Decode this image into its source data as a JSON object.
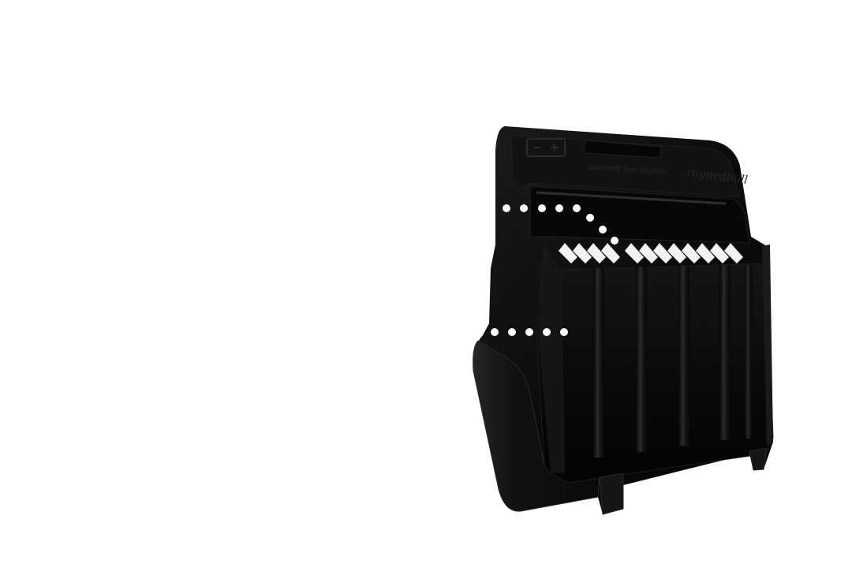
{
  "scene": {
    "subject": "black molded plastic engine/battery cover product photo",
    "background_color": "#ffffff",
    "product_color": "#0d0d0d",
    "highlight_color": "#2a2a2a",
    "hotspot_color": "#ffffff"
  },
  "product": {
    "embossed_text": "DIRT FREE TRAY DESIGN",
    "logo_text": "ruggedbull",
    "icons": [
      "battery-icon"
    ]
  },
  "hotspots": {
    "upper_trail_count": 8,
    "lower_trail_count": 5
  }
}
